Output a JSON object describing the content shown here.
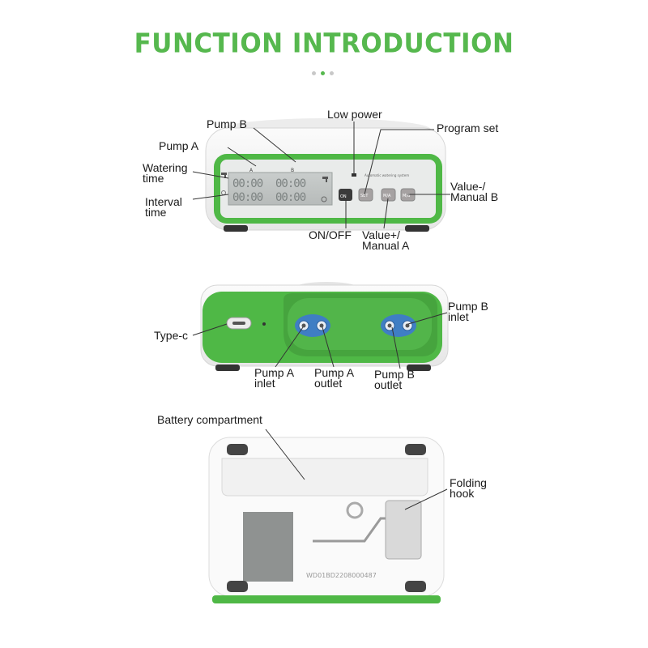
{
  "title": "FUNCTION INTRODUCTION",
  "colors": {
    "title_green": "#56b84e",
    "device_green": "#4fb846",
    "device_white": "#f2f2f2",
    "dot_active": "#56b84e",
    "dot_inactive": "#c8c8c8"
  },
  "carousel": {
    "active_index": 1,
    "count": 3
  },
  "front": {
    "labels": {
      "pump_b": "Pump B",
      "pump_a": "Pump A",
      "watering_time": [
        "Watering",
        "time"
      ],
      "interval_time": [
        "Interval",
        "time"
      ],
      "low_power": "Low power",
      "program_set": "Program set",
      "value_minus": [
        "Value-/",
        "Manual B"
      ],
      "value_plus": [
        "Value+/",
        "Manual A"
      ],
      "on_off": "ON/OFF"
    },
    "screen": {
      "col_a": "A",
      "col_b": "B",
      "digits": "00:00",
      "brand_text": "Automatic watering system"
    },
    "buttons": {
      "power": "ON",
      "set": "SET",
      "ma": "M/A",
      "mb": "M/B"
    }
  },
  "side": {
    "labels": {
      "type_c": "Type-c",
      "pump_a_inlet": [
        "Pump A",
        "inlet"
      ],
      "pump_a_outlet": [
        "Pump A",
        "outlet"
      ],
      "pump_b_outlet": [
        "Pump B",
        "outlet"
      ],
      "pump_b_inlet": [
        "Pump B",
        "inlet"
      ]
    }
  },
  "back": {
    "labels": {
      "battery_compartment": "Battery compartment",
      "folding_hook": [
        "Folding",
        "hook"
      ]
    },
    "serial": "WD01BD2208000487"
  }
}
